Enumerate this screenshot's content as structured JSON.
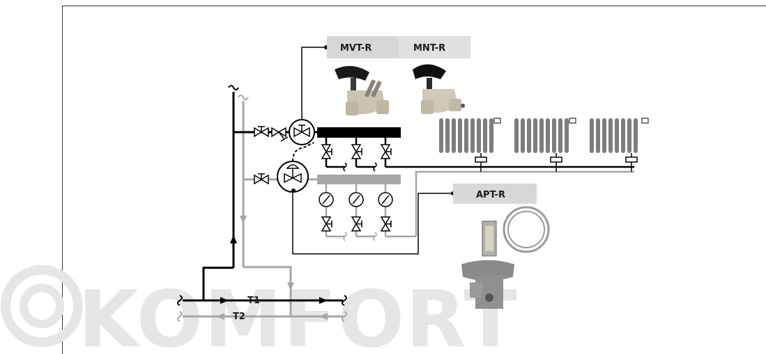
{
  "labels": {
    "mvt": "MVT-R",
    "mnt": "MNT-R",
    "apt": "APT-R",
    "t1": "T1",
    "t2": "T2"
  },
  "watermark": {
    "text": "KOMFORT"
  },
  "colors": {
    "supply": "#000000",
    "return": "#a6a6a6",
    "label_bg": "#d7d7d7",
    "watermark": "#e6e6e6"
  },
  "icons": [
    "balancing-valve-photo",
    "differential-pressure-controller-photo",
    "radiator-icon",
    "pressure-gauge-icon",
    "shutoff-valve-icon"
  ]
}
